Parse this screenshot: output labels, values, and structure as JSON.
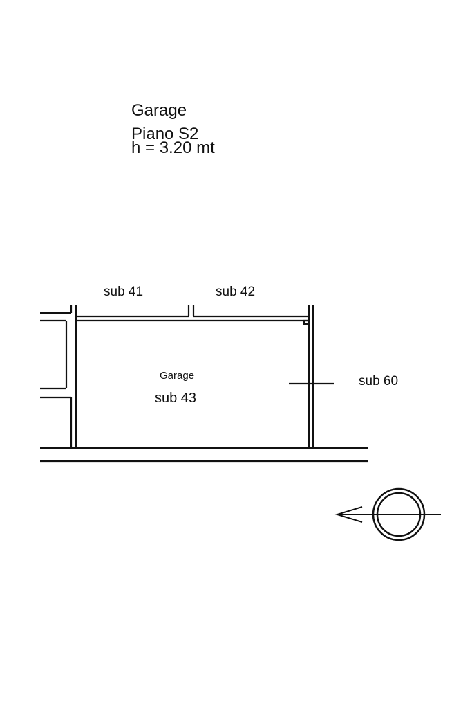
{
  "header": {
    "room": "Garage",
    "floor": "Piano S2",
    "height": "h = 3.20 mt"
  },
  "plan": {
    "neighbor_top_left": "sub 41",
    "neighbor_top_right": "sub 42",
    "neighbor_right": "sub 60",
    "room_type": "Garage",
    "room_unit": "sub 43"
  },
  "icons": {
    "north_arrow": "compass-north-arrow-icon"
  }
}
